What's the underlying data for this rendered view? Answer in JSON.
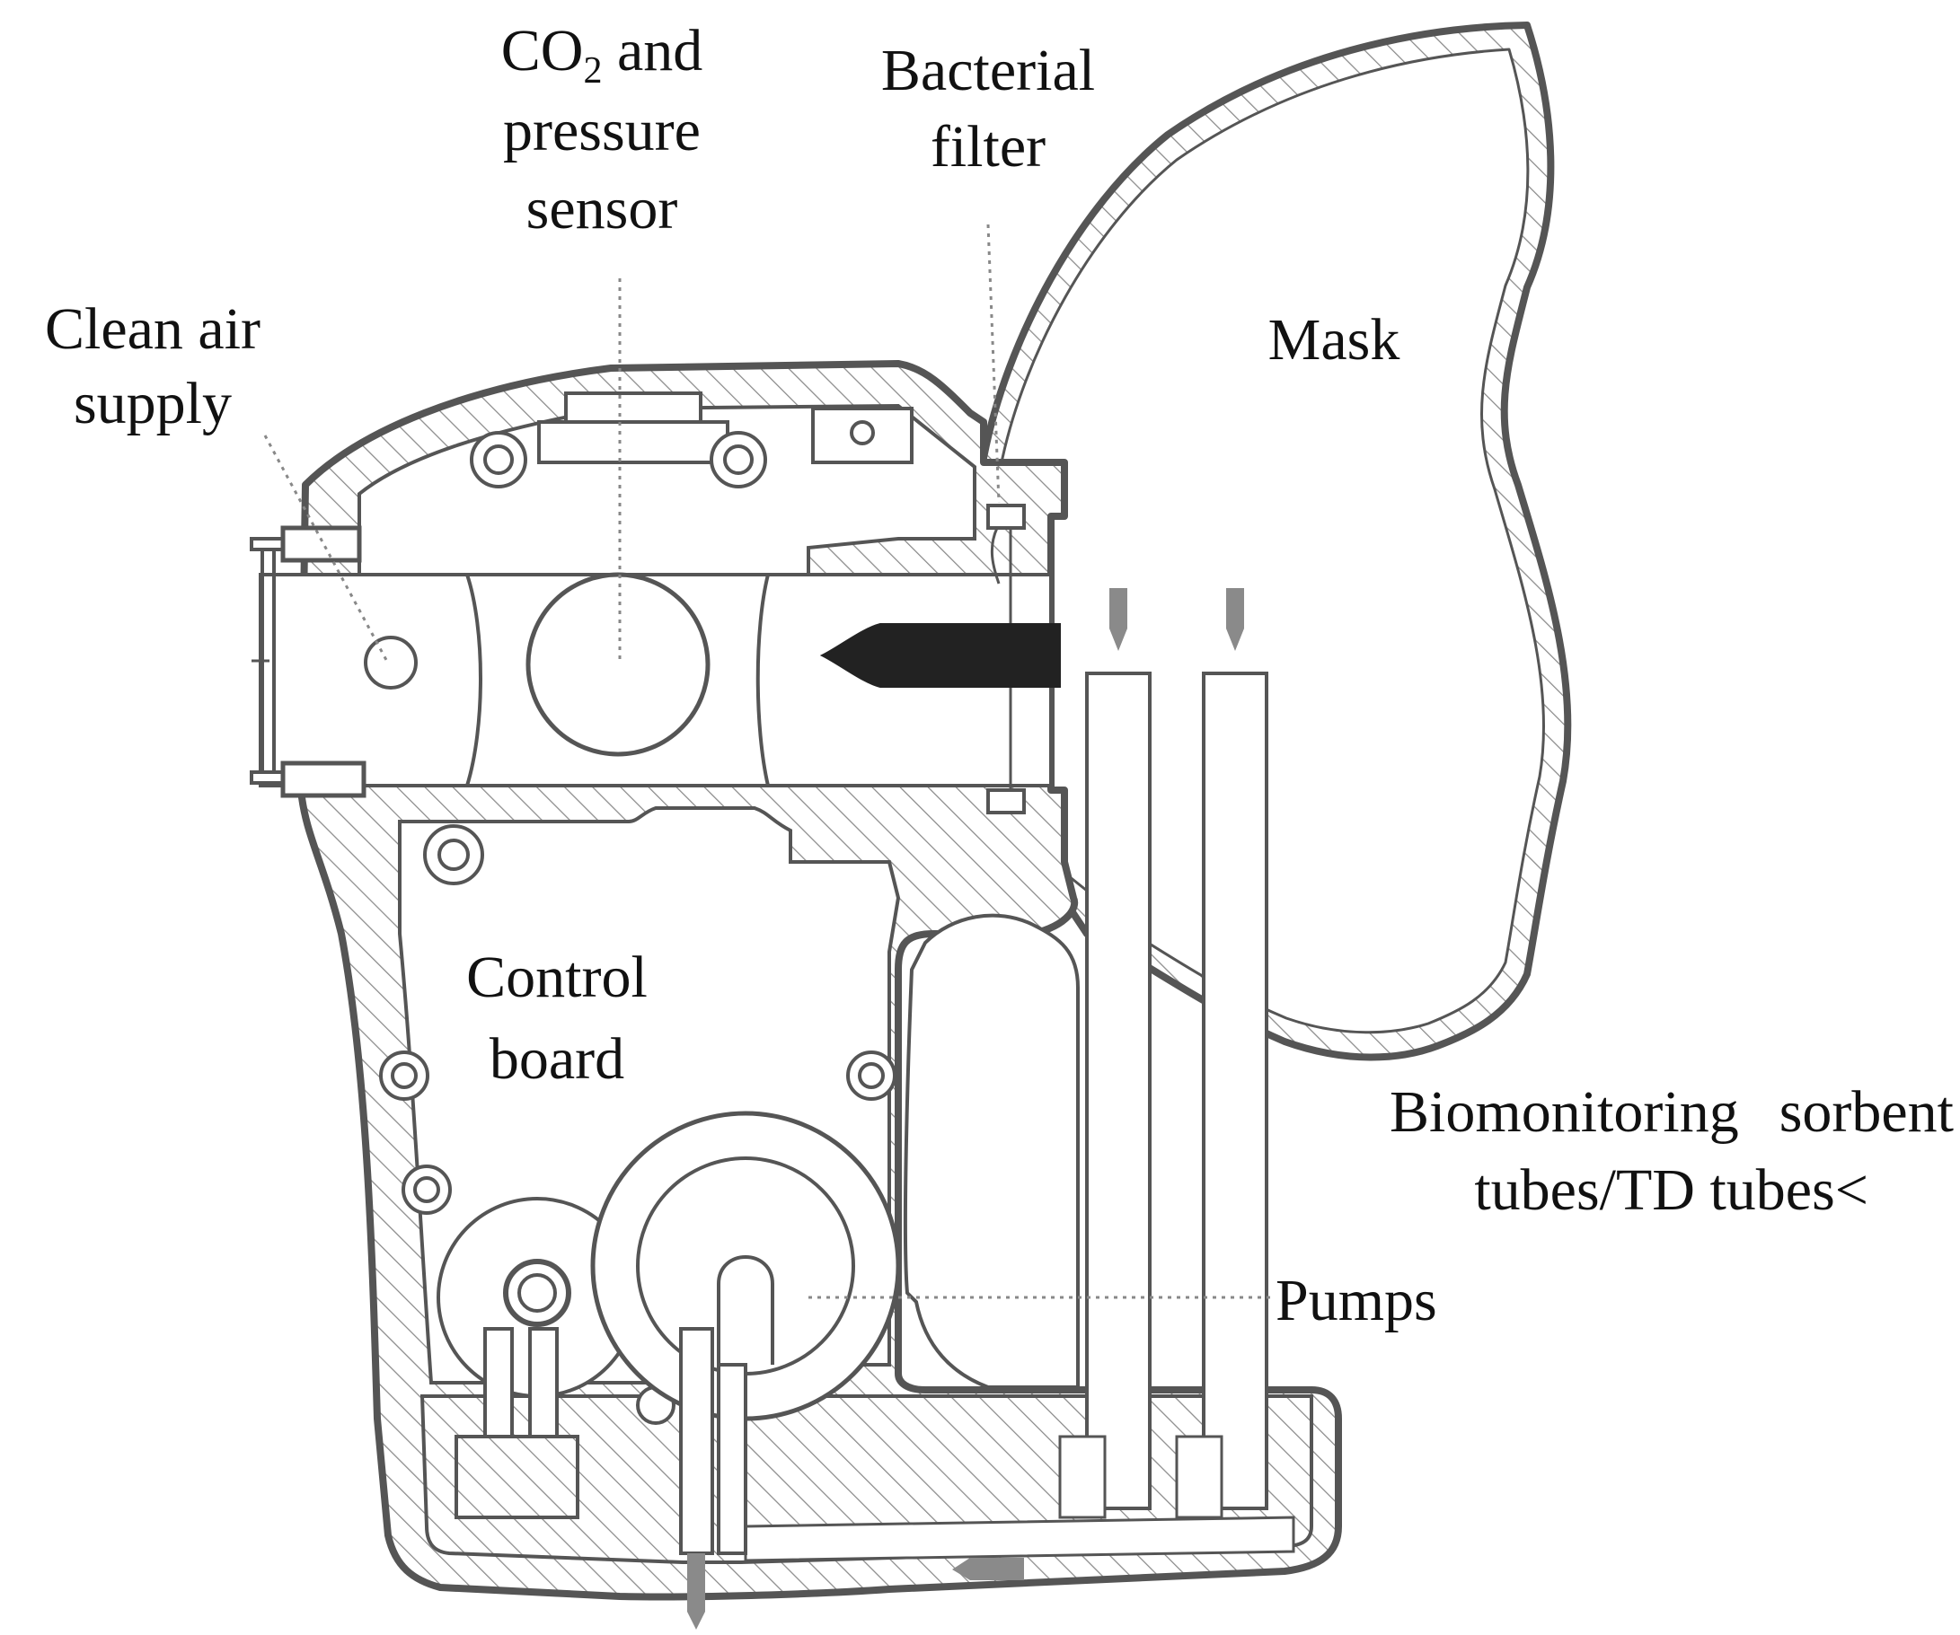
{
  "labels": {
    "co2_sensor": {
      "line1_prefix": "CO",
      "line1_sub": "2",
      "line1_suffix": " and",
      "line2": "pressure",
      "line3": "sensor"
    },
    "bacterial_filter": {
      "line1": "Bacterial",
      "line2": "filter"
    },
    "clean_air_supply": {
      "line1": "Clean air",
      "line2": "supply"
    },
    "mask": "Mask",
    "control_board": {
      "line1": "Control",
      "line2": "board"
    },
    "sorbent_tubes": {
      "line1": "Biomonitoring  sorbent",
      "line2": "tubes/TD tubes<"
    },
    "pumps": "Pumps"
  },
  "colors": {
    "outline": "#555555",
    "hatch": "#888888",
    "text": "#111111",
    "arrow_dark": "#222222",
    "arrow_gray": "#8a8a8a"
  }
}
